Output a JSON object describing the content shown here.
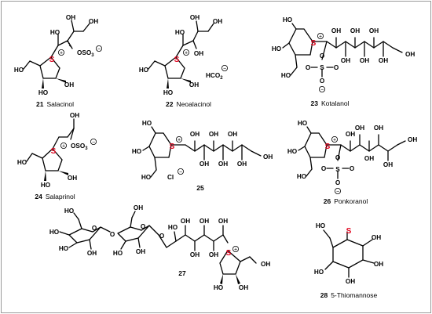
{
  "atoms": {
    "OH": "OH",
    "HO": "HO",
    "OSO3": "OSO",
    "OSO3_sub": "3",
    "S": "S",
    "O": "O",
    "HCO2": "HCO",
    "HCO2_sub": "2",
    "Cl": "Cl",
    "plus": "+",
    "minus": "−"
  },
  "compounds": [
    {
      "number": "21",
      "name": "Salacinol"
    },
    {
      "number": "22",
      "name": "Neoalacinol"
    },
    {
      "number": "23",
      "name": "Kotalanol"
    },
    {
      "number": "24",
      "name": "Salaprinol"
    },
    {
      "number": "25",
      "name": ""
    },
    {
      "number": "26",
      "name": "Ponkoranol"
    },
    {
      "number": "27",
      "name": ""
    },
    {
      "number": "28",
      "name": "5-Thiomannose"
    }
  ]
}
